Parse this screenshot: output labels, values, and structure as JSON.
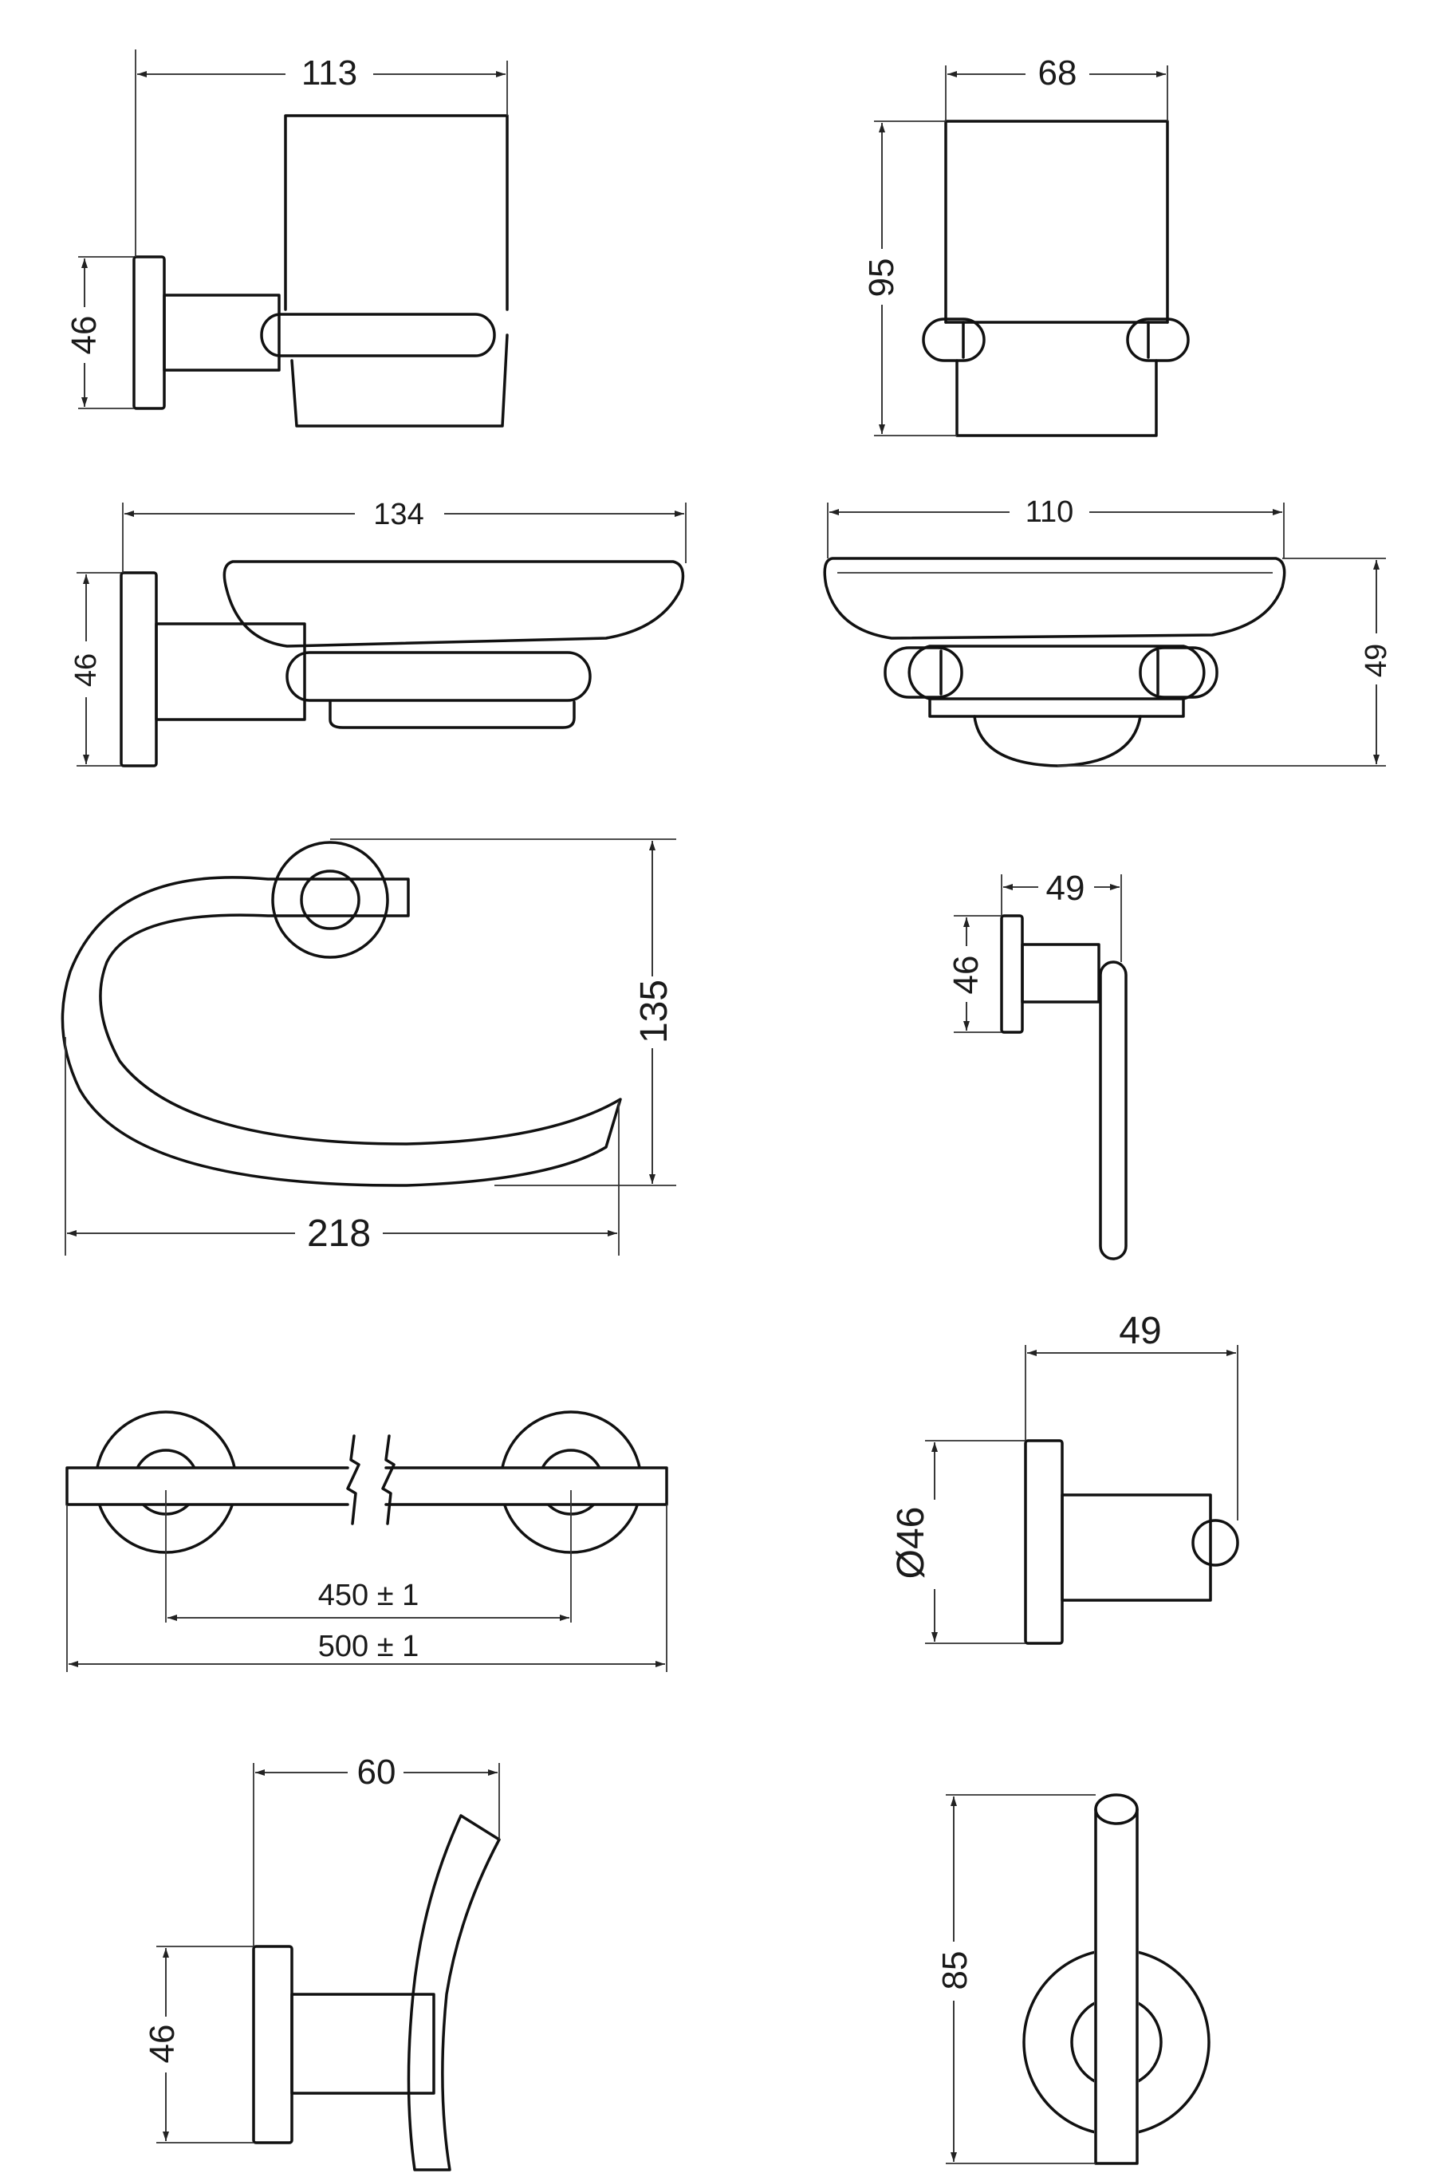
{
  "dimensions": {
    "glass_holder_side_width": "113",
    "glass_holder_side_height": "46",
    "glass_holder_front_width": "68",
    "glass_holder_front_height": "95",
    "soap_dish_side_width": "134",
    "soap_dish_side_height": "46",
    "soap_dish_front_width": "110",
    "soap_dish_front_height": "49",
    "towel_ring_height": "135",
    "towel_ring_width": "218",
    "towel_ring_side_depth": "49",
    "towel_ring_side_height": "46",
    "towel_bar_center_distance": "450 ± 1",
    "towel_bar_length": "500 ± 1",
    "towel_bar_side_depth": "49",
    "towel_bar_side_diameter": "Ø46",
    "robe_hook_depth": "60",
    "robe_hook_height": "46",
    "robe_hook_front_height": "85"
  }
}
